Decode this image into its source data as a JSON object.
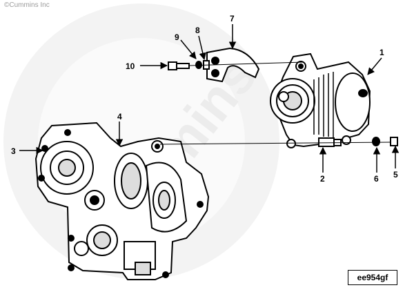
{
  "copyright": "©Cummins Inc",
  "watermark_text": "Cummins",
  "diagram_code": "ee954gf",
  "callouts": [
    "1",
    "2",
    "3",
    "4",
    "5",
    "6",
    "7",
    "8",
    "9",
    "10"
  ],
  "colors": {
    "ink": "#000000",
    "watermark": "#f2f2f2",
    "copyright": "#9a9a9a"
  }
}
